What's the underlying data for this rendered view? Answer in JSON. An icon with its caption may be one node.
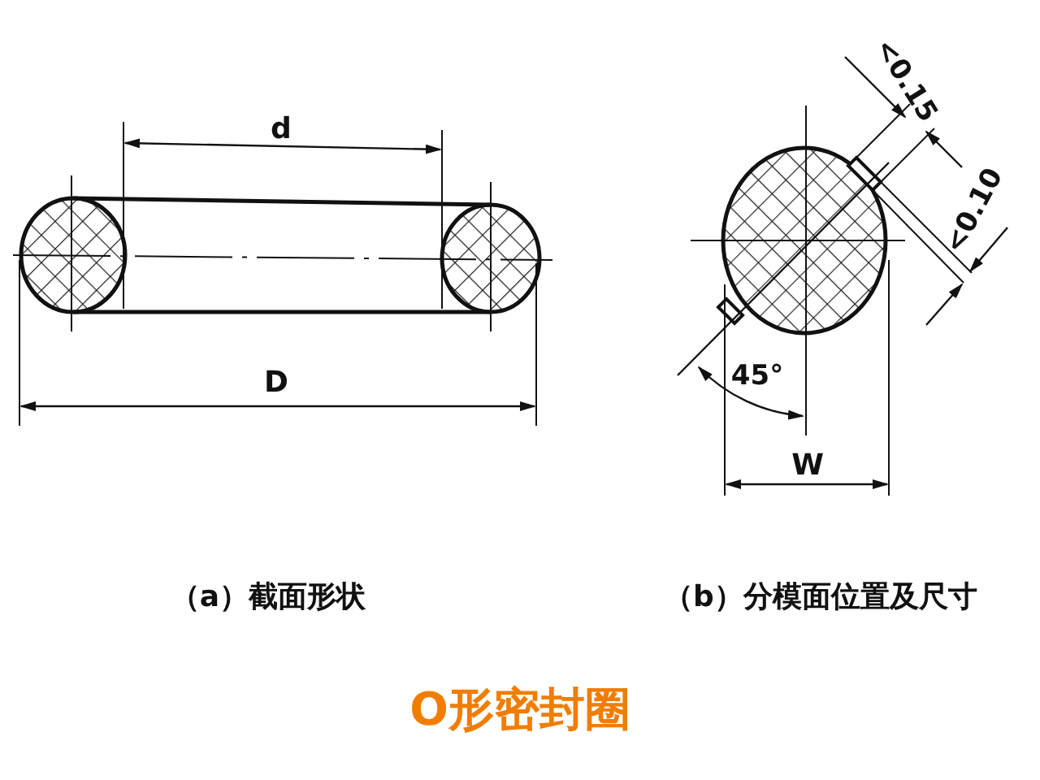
{
  "diagram": {
    "title": "O形密封圈",
    "labels": [
      "<0.15",
      "d",
      "<0.10",
      "45°",
      "D",
      "W",
      "（a）截面形状",
      "（b）分模面位置及尺寸"
    ]
  }
}
